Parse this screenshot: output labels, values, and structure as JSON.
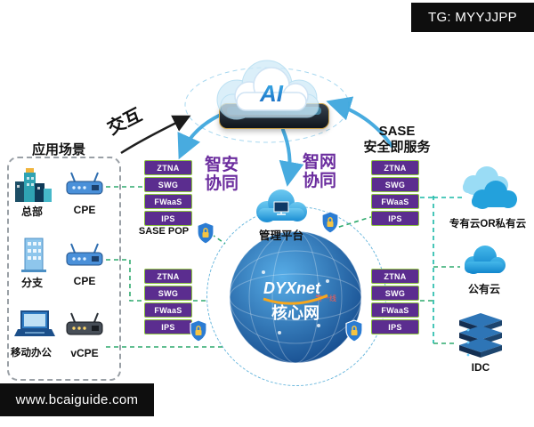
{
  "watermarks": {
    "top_right": "TG: MYYJJPP",
    "bottom_left": "www.bcaiguide.com"
  },
  "ai": {
    "label": "AI"
  },
  "labels": {
    "interaction": "交互",
    "scenarios_title": "应用场景",
    "smart_security_line1": "智安",
    "smart_security_line2": "协同",
    "smart_network_line1": "智网",
    "smart_network_line2": "协同",
    "sase_line1": "SASE",
    "sase_line2": "安全即服务",
    "sase_pop": "SASE POP",
    "management_platform": "管理平台",
    "core_brand": "DYXnet",
    "core_brand_cn": "第一线",
    "core_network": "核心网"
  },
  "services": [
    "ZTNA",
    "SWG",
    "FWaaS",
    "IPS"
  ],
  "scenarios": [
    {
      "name": "总部",
      "device": "CPE"
    },
    {
      "name": "分支",
      "device": "CPE"
    },
    {
      "name": "移动办公",
      "device": "vCPE"
    }
  ],
  "destinations": [
    {
      "label": "专有云OR私有云"
    },
    {
      "label": "公有云"
    },
    {
      "label": "IDC"
    }
  ],
  "colors": {
    "service_bg": "#5b2d8f",
    "service_border": "#8dc63f",
    "accent_purple": "#6b2d9e",
    "arrow_blue": "#35a3dc",
    "line_green": "#2faa6e",
    "line_teal": "#19b8a6",
    "cloud_blue": "#2aa9e0"
  }
}
